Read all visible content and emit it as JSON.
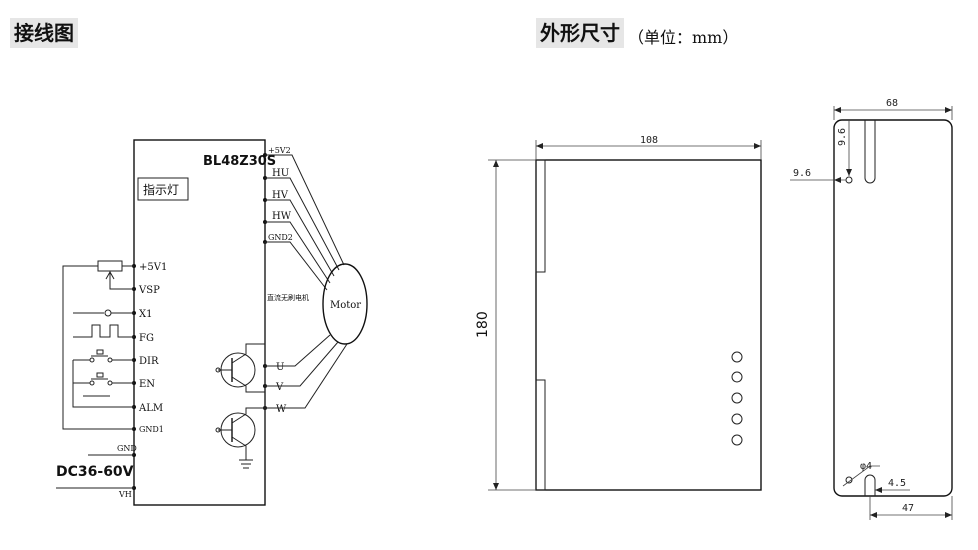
{
  "wiring": {
    "title": "接线图",
    "model": "BL48Z30S",
    "indicator": "指示灯",
    "left_pins": [
      "+5V1",
      "VSP",
      "X1",
      "FG",
      "DIR",
      "EN",
      "ALM",
      "GND1"
    ],
    "right_pins_top": [
      "+5V2",
      "HU",
      "HV",
      "HW",
      "GND2"
    ],
    "right_pins_bottom": [
      "U",
      "V",
      "W"
    ],
    "motor_caption": "直流无刷电机",
    "motor": "Motor",
    "gnd": "GND",
    "vh": "VH",
    "dc": "DC36-60V"
  },
  "outline": {
    "title": "外形尺寸",
    "unit": "（单位：mm）",
    "dim_108": "108",
    "dim_180": "180",
    "dim_68": "68",
    "dim_9_6_top": "9.6",
    "dim_9_6_left": "9.6",
    "dim_hole": "φ4",
    "dim_4_5": "4.5",
    "dim_47": "47"
  }
}
